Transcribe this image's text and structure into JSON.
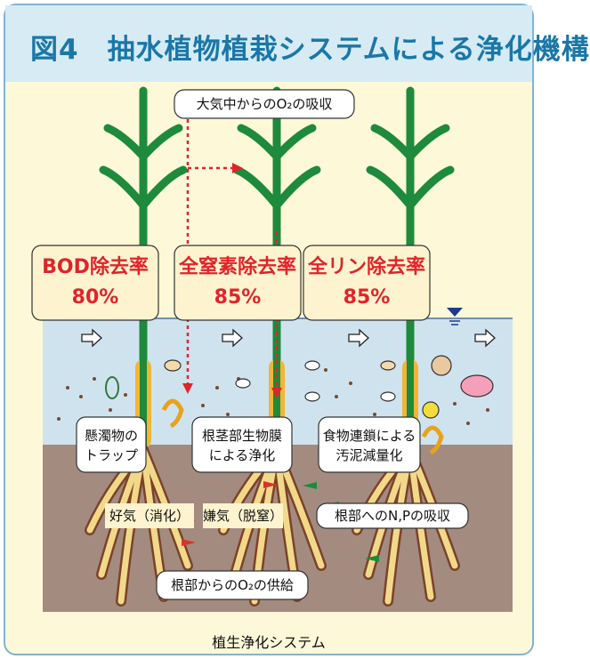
{
  "title": "図4　抽水植物植栽システムによる浄化機構",
  "o2_absorb": "大気中からのO₂の吸収",
  "rates": [
    {
      "name": "BOD除去率",
      "value": "80%"
    },
    {
      "name": "全窒素除去率",
      "value": "85%"
    },
    {
      "name": "全リン除去率",
      "value": "85%"
    }
  ],
  "notes": {
    "trap": [
      "懸濁物の",
      "トラップ"
    ],
    "biofilm": [
      "根茎部生物膜",
      "による浄化"
    ],
    "food_chain": [
      "食物連鎖による",
      "汚泥減量化"
    ],
    "aerobic": "好気（消化）",
    "anaerobic": "嫌気（脱窒）",
    "np_uptake": "根部へのN,Pの吸収",
    "o2_supply": "根部からのO₂の供給"
  },
  "caption": "植生浄化システム",
  "colors": {
    "title_text": "#1a77a8",
    "rate_text": "#e0242a",
    "reed": "#1e8a3c",
    "water": "#cfe3ef",
    "soil": "#a38b80",
    "root": "#f2d98a"
  }
}
